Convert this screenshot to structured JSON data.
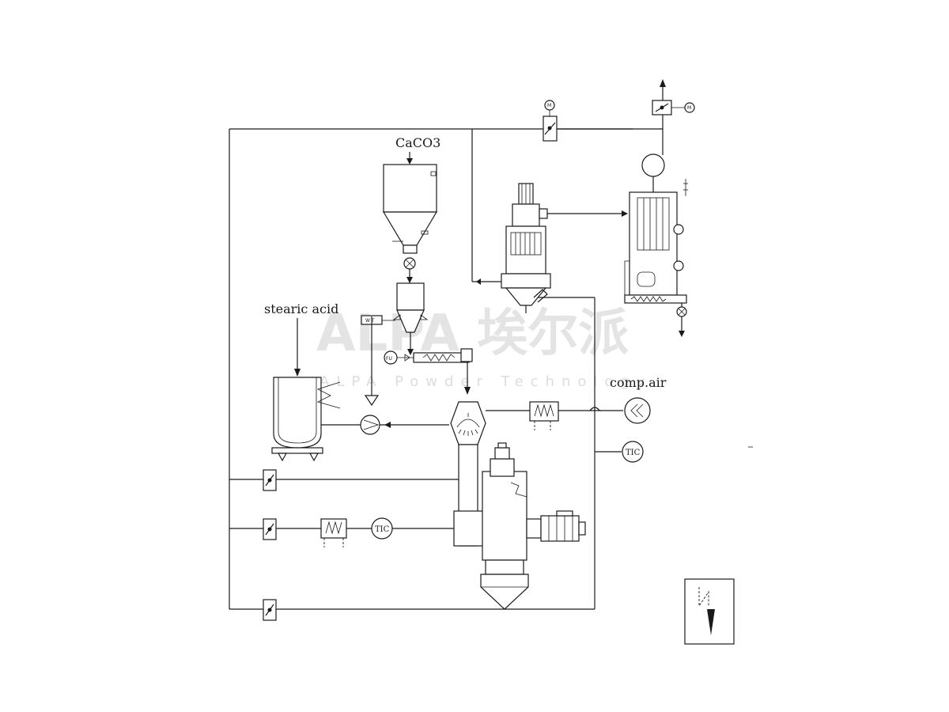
{
  "labels": {
    "feed_material": "CaCO3",
    "additive": "stearic acid",
    "air_supply": "comp.air"
  },
  "instrument_tags": {
    "fu": "FU",
    "wt": "W T",
    "tic_1": "TIC",
    "tic_2": "TIC",
    "motor_1": "M",
    "motor_2": "M"
  },
  "watermark": {
    "logo_text": "ALPA 埃尔派",
    "tagline": "ALPA Powder Technology"
  },
  "colors": {
    "line": "#1a1a1a",
    "background": "#ffffff",
    "watermark": "#cfcfcf"
  }
}
